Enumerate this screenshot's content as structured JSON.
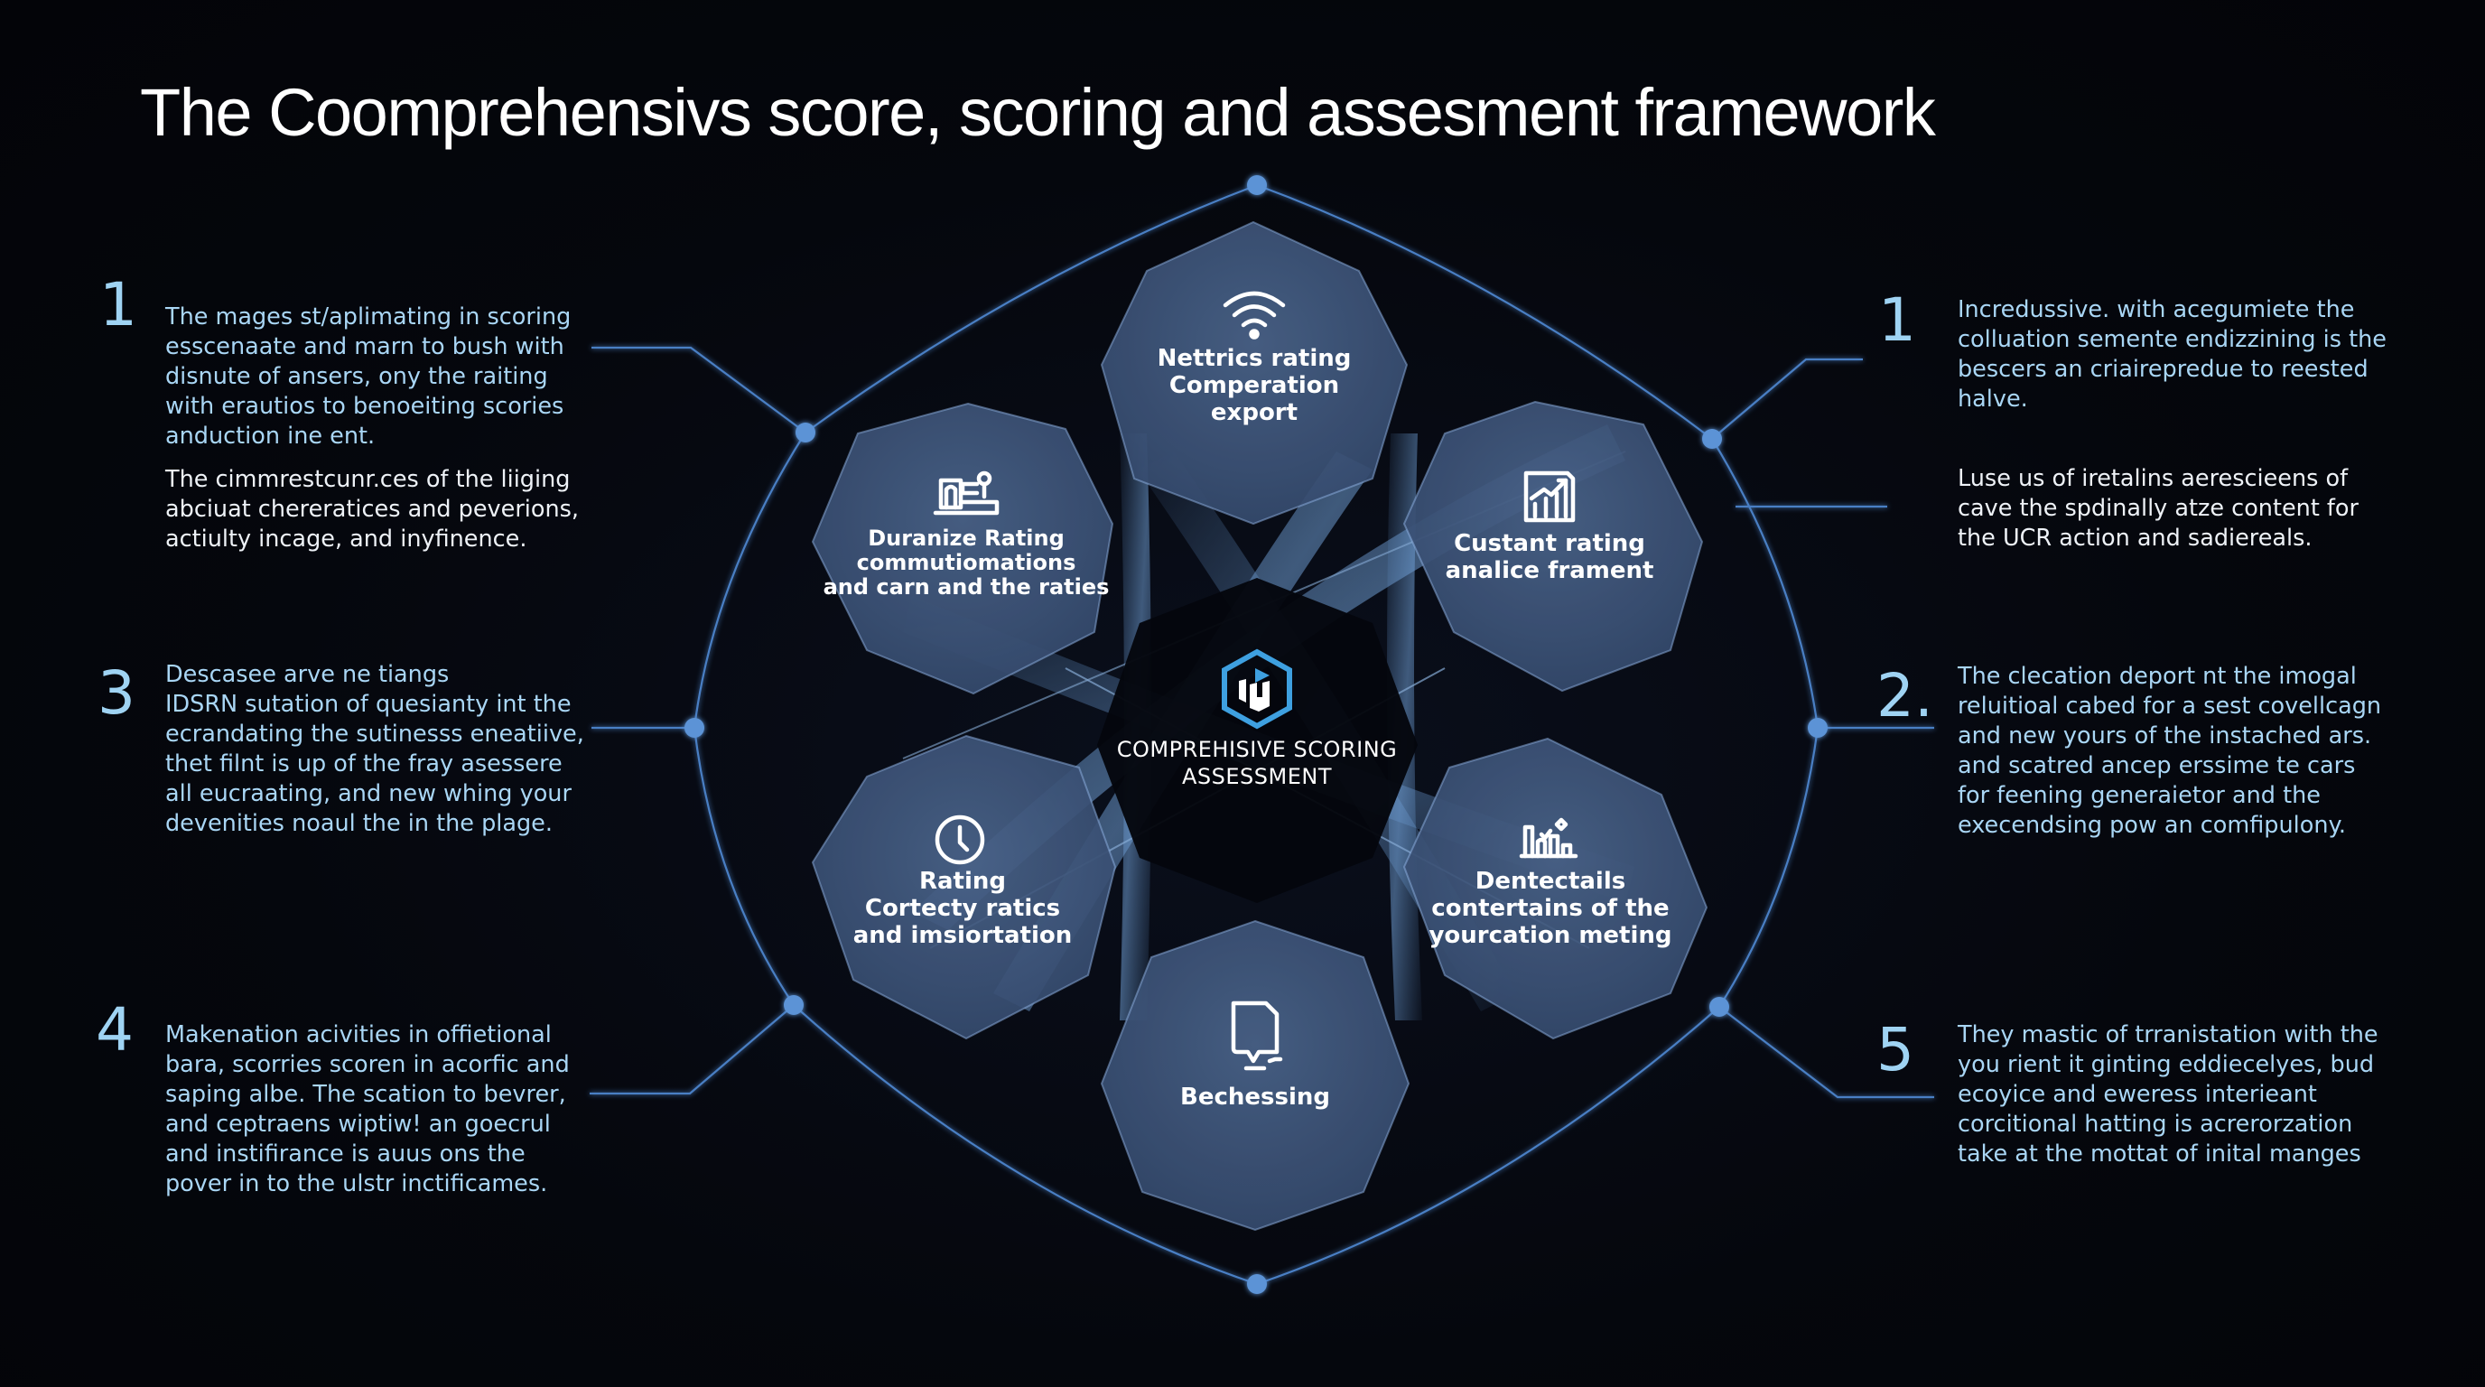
{
  "title": "The Coomprehensivs score, scoring and assesment framework",
  "colors": {
    "background": "#05070d",
    "node_fill": "#3d5478",
    "line": "#4a7fc4",
    "dot": "#5b93d6",
    "number": "#9fd3f3",
    "text_blue": "#a9d6f5",
    "text_white": "#eef2f7",
    "center_logo": "#3ea0e0"
  },
  "center": {
    "icon": "hexagon-logo-icon",
    "label": "COMPREHISIVE SCORING\nASSESSMENT"
  },
  "nodes": [
    {
      "id": "top",
      "icon": "wifi-icon",
      "label": "Nettrics rating\nComperation\nexport"
    },
    {
      "id": "upper-left",
      "icon": "machine-icon",
      "label": "Duranize Rating\ncommutiomations\nand carn and the raties"
    },
    {
      "id": "upper-right",
      "icon": "chart-growth-icon",
      "label": "Custant rating\nanalice frament"
    },
    {
      "id": "lower-left",
      "icon": "clock-icon",
      "label": "Rating\nCortecty ratics\nand imsiortation"
    },
    {
      "id": "lower-right",
      "icon": "bar-chart-icon",
      "label": "Dentectails\ncontertains of the\nyourcation meting"
    },
    {
      "id": "bottom",
      "icon": "document-icon",
      "label": "Bechessing"
    }
  ],
  "left_blocks": [
    {
      "number": "1",
      "paragraphs": [
        "The mages st/aplimating in scoring\nesscenaate and marn to bush with\ndisnute of ansers, ony the raiting\nwith erautios to benoeiting scories\nanduction ine ent.",
        "The cimmrestcunr.ces of the liiging\nabciuat chereratices and peverions,\nactiulty incage, and inyfinence."
      ]
    },
    {
      "number": "3",
      "paragraphs": [
        "Descasee arve ne tiangs\nIDSRN sutation of quesianty int the\necrandating the sutinesss eneatiive,\nthet filnt is up of the fray asessere\nall eucraating, and new whing your\ndevenities noaul the in the plage."
      ]
    },
    {
      "number": "4",
      "paragraphs": [
        "Makenation acivities in offietional\nbara, scorries scoren in acorfic and\nsaping albe. The scation to bevrer,\nand ceptraens wiptiw! an goecrul\nand instifirance is auus ons the\npover in to the ulstr inctificames."
      ]
    }
  ],
  "right_blocks": [
    {
      "number": "1",
      "paragraphs": [
        "Incredussive. with acegumiete the\ncolluation semente endizzining is the\nbescers an criairepredue to reested\nhalve.",
        "Luse us of iretalins aerescieens of\ncave the spdinally atze content for\nthe UCR action and sadiereals."
      ]
    },
    {
      "number": "2.",
      "paragraphs": [
        "The clecation deport nt the imogal\nreluitioal cabed for a sest covellcagn\nand new yours of the instached ars.\nand scatred ancep erssime te cars\nfor feening generaietor and the\nexecendsing pow an comfipulony."
      ]
    },
    {
      "number": "5",
      "paragraphs": [
        "They mastic of trranistation with the\nyou rient it ginting eddiecelyes, bud\necoyice and eweress interieant\ncorcitional hatting is acrerorzation\ntake at the mottat of inital manges"
      ]
    }
  ]
}
